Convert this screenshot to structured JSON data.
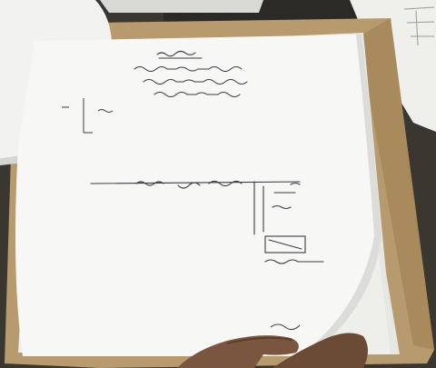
{
  "scene": {
    "subject": "handwritten-sketch-on-paper",
    "colors": {
      "desk": "#3a3630",
      "cardboard": "#b79a6d",
      "paper": "#f7f7f5",
      "paper_shadow": "#dcdcda",
      "ink": "#3c3c44",
      "skin": "#7a5640",
      "skin_dark": "#5c3d2b"
    },
    "objects": [
      "top-left-paper-stack",
      "cardboard-folder",
      "right-printed-document",
      "main-paper-sheet",
      "handwritten-heading",
      "handwritten-lines",
      "cross-section-sketch",
      "hand"
    ]
  }
}
